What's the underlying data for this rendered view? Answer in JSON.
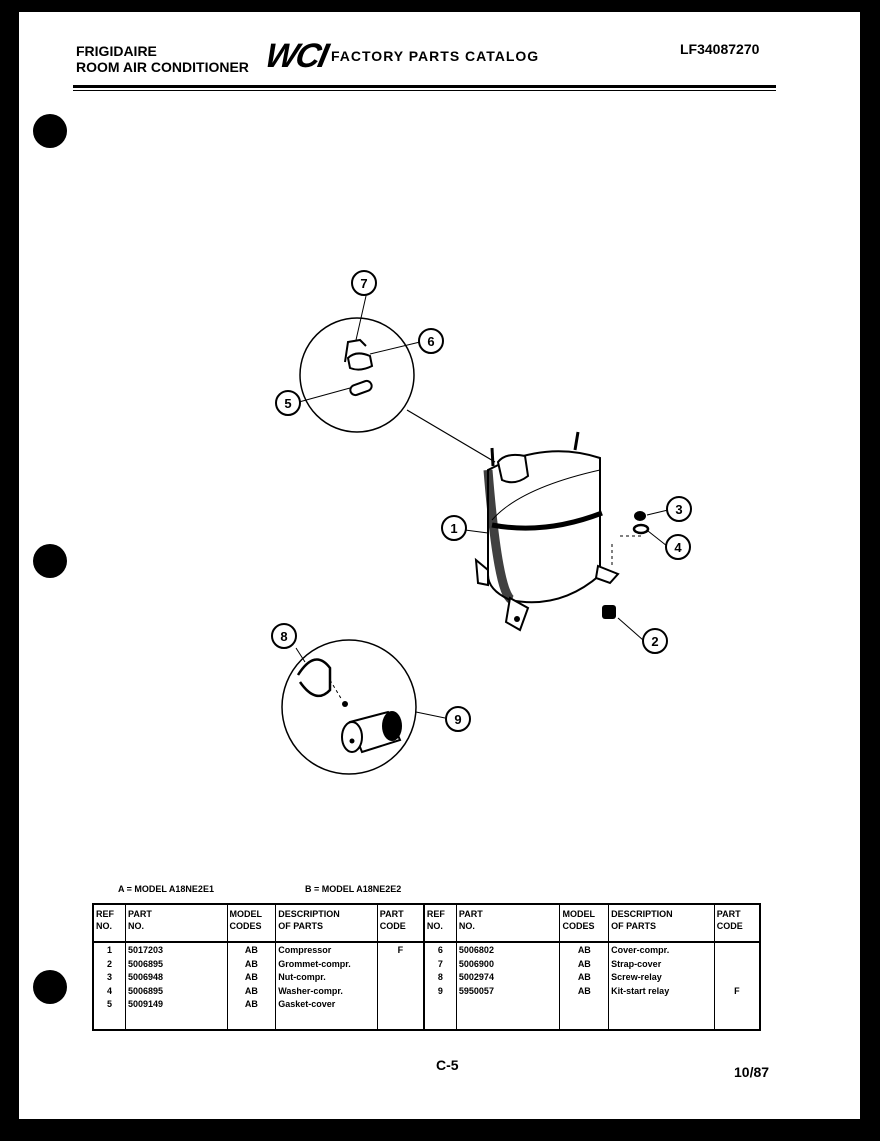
{
  "header": {
    "brand": "FRIGIDAIRE",
    "product": "ROOM AIR CONDITIONER",
    "logo": "WCI",
    "catalog_title": "FACTORY PARTS CATALOG",
    "catalog_number": "LF34087270"
  },
  "callouts": [
    "1",
    "2",
    "3",
    "4",
    "5",
    "6",
    "7",
    "8",
    "9"
  ],
  "models": {
    "a": "A = MODEL A18NE2E1",
    "b": "B = MODEL A18NE2E2"
  },
  "table": {
    "headers": {
      "ref_no": [
        "REF",
        "NO."
      ],
      "part_no": [
        "PART",
        "NO."
      ],
      "model_codes": [
        "MODEL",
        "CODES"
      ],
      "description": [
        "DESCRIPTION",
        "OF PARTS"
      ],
      "part_code": [
        "PART",
        "CODE"
      ]
    },
    "left": {
      "ref": [
        "1",
        "2",
        "3",
        "4",
        "5"
      ],
      "part": [
        "5017203",
        "5006895",
        "5006948",
        "5006895",
        "5009149"
      ],
      "model": [
        "AB",
        "AB",
        "AB",
        "AB",
        "AB"
      ],
      "desc": [
        "Compressor",
        "Grommet-compr.",
        "Nut-compr.",
        "Washer-compr.",
        "Gasket-cover"
      ],
      "code": [
        "F",
        "",
        "",
        "",
        ""
      ]
    },
    "right": {
      "ref": [
        "6",
        "7",
        "8",
        "9"
      ],
      "part": [
        "5006802",
        "5006900",
        "5002974",
        "5950057"
      ],
      "model": [
        "AB",
        "AB",
        "AB",
        "AB"
      ],
      "desc": [
        "Cover-compr.",
        "Strap-cover",
        "Screw-relay",
        "Kit-start relay"
      ],
      "code": [
        "",
        "",
        "",
        "F"
      ]
    }
  },
  "footer": {
    "page": "C-5",
    "date": "10/87"
  }
}
